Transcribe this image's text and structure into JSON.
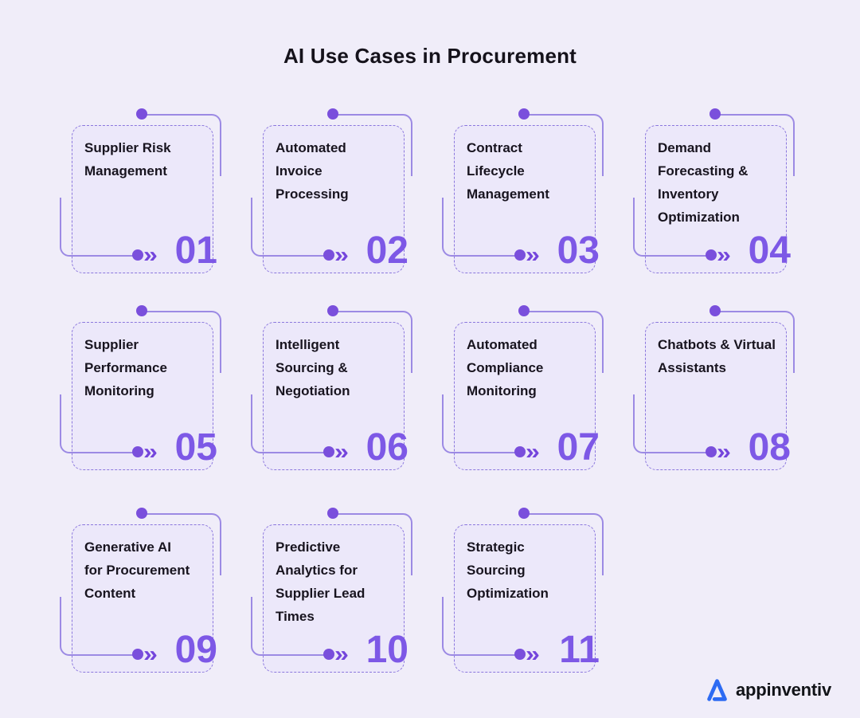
{
  "title": "AI Use Cases in Procurement",
  "decor": {
    "arrow_glyph": "»"
  },
  "cards": [
    {
      "number": "01",
      "label": "Supplier Risk\nManagement"
    },
    {
      "number": "02",
      "label": "Automated\nInvoice\nProcessing"
    },
    {
      "number": "03",
      "label": "Contract\nLifecycle\nManagement"
    },
    {
      "number": "04",
      "label": "Demand\nForecasting &\nInventory\nOptimization"
    },
    {
      "number": "05",
      "label": "Supplier\nPerformance\nMonitoring"
    },
    {
      "number": "06",
      "label": "Intelligent\nSourcing &\nNegotiation"
    },
    {
      "number": "07",
      "label": "Automated\nCompliance\nMonitoring"
    },
    {
      "number": "08",
      "label": "Chatbots & Virtual\nAssistants"
    },
    {
      "number": "09",
      "label": "Generative AI\nfor Procurement\nContent"
    },
    {
      "number": "10",
      "label": "Predictive\nAnalytics for\nSupplier Lead\nTimes"
    },
    {
      "number": "11",
      "label": "Strategic\nSourcing\nOptimization"
    }
  ],
  "logo": {
    "text": "appinventiv"
  },
  "colors": {
    "page_bg": "#F0EDF9",
    "card_bg": "#ECE8FA",
    "card_border": "#8B77DD",
    "connector_line": "#9C8AE4",
    "connector_dot": "#7A4FDC",
    "chevron": "#7445DC",
    "number": "#7D58E6",
    "heading_text": "#15121B",
    "card_text": "#18141F",
    "logo_blue": "#2D6BF3",
    "logo_text": "#111318"
  }
}
